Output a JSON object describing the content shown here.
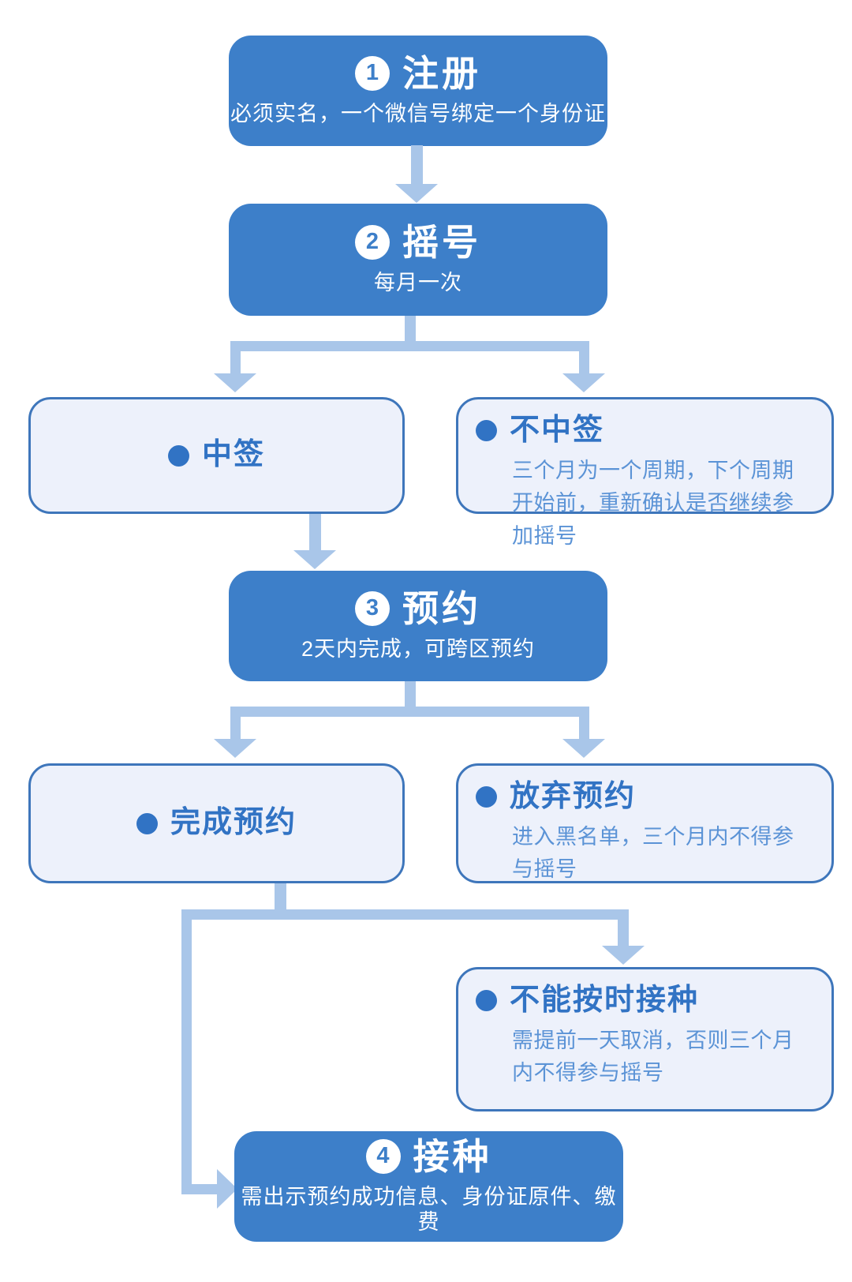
{
  "palette": {
    "box_blue": "#3d7fc9",
    "light_bg": "#edf1fb",
    "light_border": "#3e76bb",
    "heading_text": "#3173c4",
    "body_text": "#5b93d6",
    "connector": "#a9c6e9",
    "page_bg": "#ffffff",
    "step_text": "#ffffff"
  },
  "nodes": {
    "register": {
      "number": "1",
      "title": "注册",
      "subtitle": "必须实名，一个微信号绑定一个身份证"
    },
    "lottery": {
      "number": "2",
      "title": "摇号",
      "subtitle": "每月一次"
    },
    "win": {
      "label": "中签"
    },
    "lose": {
      "label": "不中签",
      "note": "三个月为一个周期，下个周期开始前，重新确认是否继续参加摇号"
    },
    "reserve": {
      "number": "3",
      "title": "预约",
      "subtitle": "2天内完成，可跨区预约"
    },
    "complete": {
      "label": "完成预约"
    },
    "abandon": {
      "label": "放弃预约",
      "note": "进入黑名单，三个月内不得参与摇号"
    },
    "miss": {
      "label": "不能按时接种",
      "note": "需提前一天取消，否则三个月内不得参与摇号"
    },
    "vaccinate": {
      "number": "4",
      "title": "接种",
      "subtitle": "需出示预约成功信息、身份证原件、缴费"
    }
  }
}
